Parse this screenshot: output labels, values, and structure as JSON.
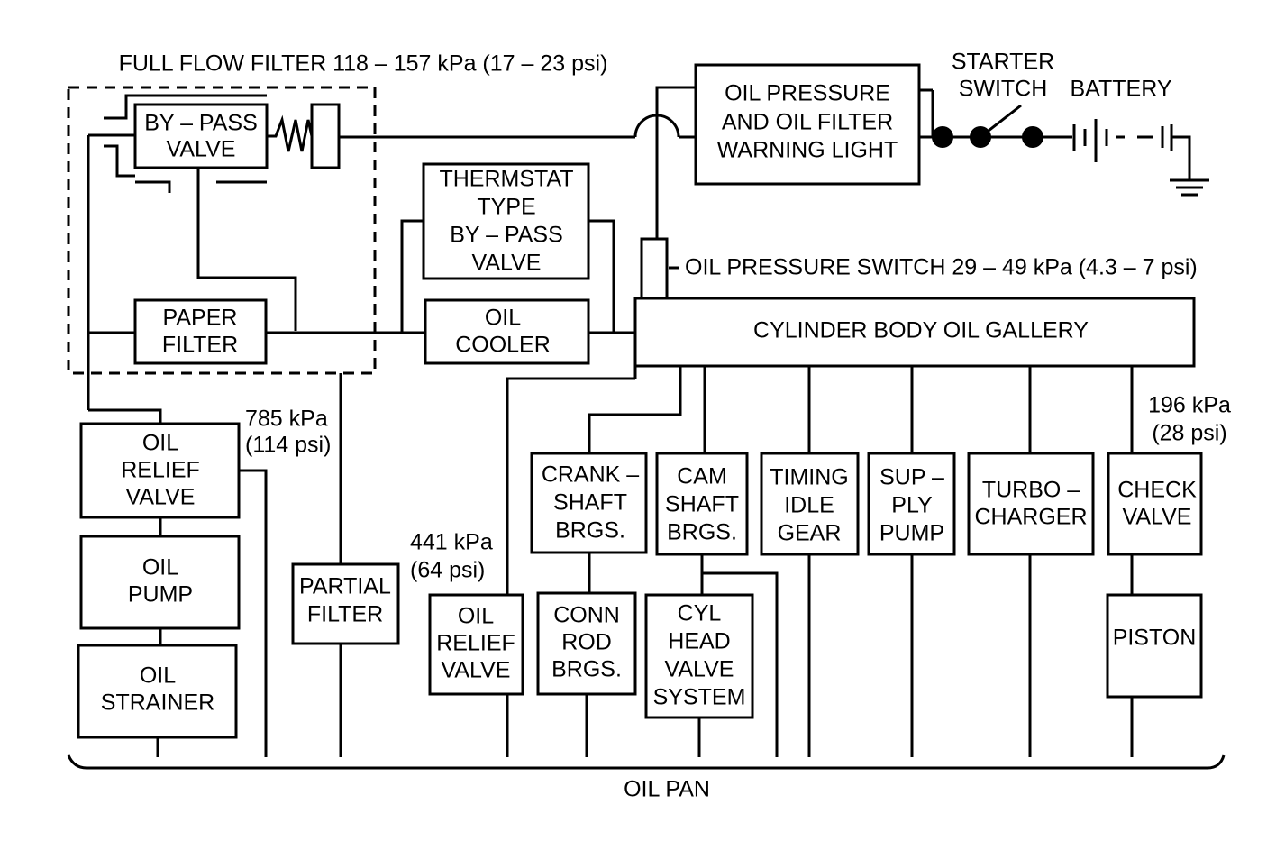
{
  "labels": {
    "full_flow_filter": "FULL FLOW FILTER 118 – 157 kPa (17 – 23 psi)",
    "oil_pressure_switch": "OIL PRESSURE SWITCH 29 – 49 kPa (4.3 – 7 psi)",
    "starter_switch": [
      "STARTER",
      "SWITCH"
    ],
    "battery": "BATTERY",
    "relief_pressure_high": [
      "785 kPa",
      "(114 psi)"
    ],
    "relief_pressure_low": [
      "441 kPa",
      "(64 psi)"
    ],
    "check_pressure": [
      "196 kPa",
      "(28 psi)"
    ],
    "oil_pan": "OIL PAN"
  },
  "boxes": {
    "bypass_valve": [
      "BY – PASS",
      "VALVE"
    ],
    "paper_filter": [
      "PAPER",
      "FILTER"
    ],
    "thermostat_bypass": [
      "THERMSTAT",
      "TYPE",
      "BY – PASS",
      "VALVE"
    ],
    "oil_cooler": [
      "OIL",
      "COOLER"
    ],
    "warning_light": [
      "OIL PRESSURE",
      "AND OIL FILTER",
      "WARNING LIGHT"
    ],
    "oil_gallery": "CYLINDER BODY OIL GALLERY",
    "oil_relief_valve_main": [
      "OIL",
      "RELIEF",
      "VALVE"
    ],
    "oil_pump": [
      "OIL",
      "PUMP"
    ],
    "oil_strainer": [
      "OIL",
      "STRAINER"
    ],
    "partial_filter": [
      "PARTIAL",
      "FILTER"
    ],
    "oil_relief_valve_gallery": [
      "OIL",
      "RELIEF",
      "VALVE"
    ],
    "crankshaft_brgs": [
      "CRANK –",
      "SHAFT",
      "BRGS."
    ],
    "conn_rod_brgs": [
      "CONN",
      "ROD",
      "BRGS."
    ],
    "camshaft_brgs": [
      "CAM",
      "SHAFT",
      "BRGS."
    ],
    "cyl_head_valve": [
      "CYL",
      "HEAD",
      "VALVE",
      "SYSTEM"
    ],
    "timing_idle_gear": [
      "TIMING",
      "IDLE",
      "GEAR"
    ],
    "supply_pump": [
      "SUP –",
      "PLY",
      "PUMP"
    ],
    "turbocharger": [
      "TURBO –",
      "CHARGER"
    ],
    "check_valve": [
      "CHECK",
      "VALVE"
    ],
    "piston": "PISTON"
  }
}
